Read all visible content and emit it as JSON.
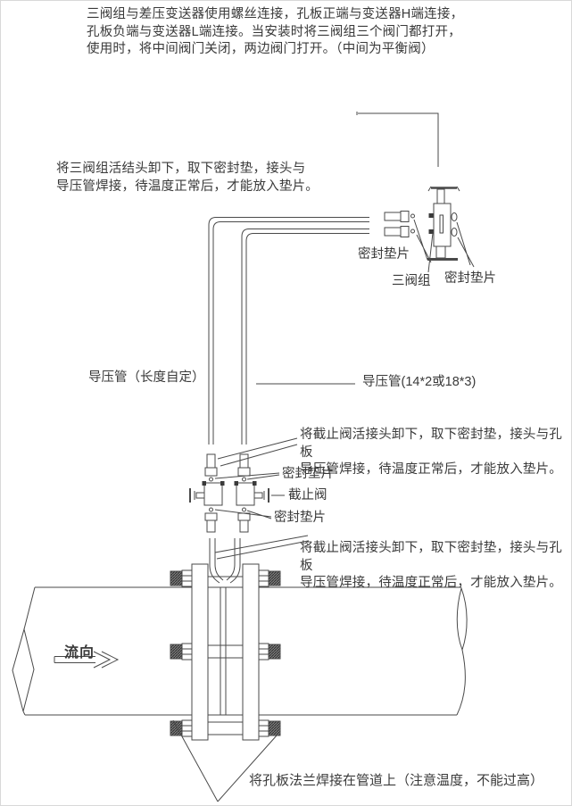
{
  "notes": {
    "top": "三阀组与差压变送器使用螺丝连接，孔板正端与变送器H端连接，\n孔板负端与变送器L端连接。当安装时将三阀组三个阀门都打开，\n使用时，将中间阀门关闭，两边阀门打开。（中间为平衡阀）",
    "manifold": "将三阀组活结头卸下，取下密封垫，接头与\n导压管焊接，待温度正常后，才能放入垫片。",
    "shutoff_top": "将截止阀活接头卸下，取下密封垫，接头与孔板\n导压管焊接，待温度正常后，才能放入垫片。",
    "shutoff_bottom": "将截止阀活接头卸下，取下密封垫，接头与孔板\n导压管焊接，待温度正常后，才能放入垫片。",
    "bottom": "将孔板法兰焊接在管道上（注意温度，不能过高）"
  },
  "labels": {
    "seal_gasket_left": "密封垫片",
    "three_valve_group": "三阀组",
    "seal_gasket_right": "密封垫片",
    "impulse_pipe_custom": "导压管（长度自定）",
    "impulse_pipe_size": "导压管(14*2或18*3)",
    "seal_gasket_upper": "密封垫片",
    "shutoff_valve": "截止阀",
    "seal_gasket_lower": "密封垫片",
    "flow_direction": "流向"
  },
  "colors": {
    "line": "#4a4a4a",
    "text": "#3a3a3a",
    "background": "#ffffff"
  }
}
